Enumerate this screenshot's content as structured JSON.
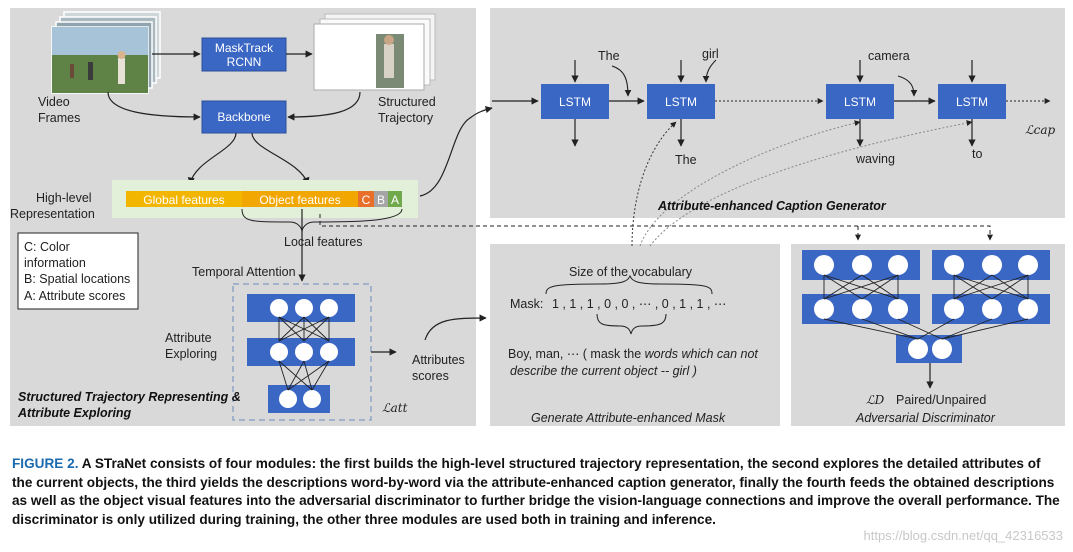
{
  "diagram": {
    "video_frames": "Video\nFrames",
    "maskrcnn": "MaskTrack\nRCNN",
    "structured_trajectory": "Structured\nTrajectory",
    "backbone": "Backbone",
    "high_level": "High-level\nRepresentation",
    "global_features": "Global features",
    "object_features": "Object features",
    "c": "C",
    "b": "B",
    "a": "A",
    "local_features": "Local features",
    "legend": [
      "C: Color\ninformation",
      "B: Spatial locations",
      "A: Attribute scores"
    ],
    "temporal_attention": "Temporal Attention",
    "attribute_exploring": "Attribute\nExploring",
    "attributes_scores": "Attributes\nscores",
    "l_att": "ℒatt",
    "module1_title": "Structured Trajectory Representing &\nAttribute Exploring",
    "lstm": "LSTM",
    "word_the_in": "The",
    "word_girl": "girl",
    "word_camera": "camera",
    "word_the_out": "The",
    "word_waving": "waving",
    "word_to": "to",
    "l_cap": "ℒcap",
    "module2_title": "Attribute-enhanced Caption Generator",
    "vocab_size": "Size of the vocabulary",
    "mask_label": "Mask:",
    "mask_values": "1 , 1 , 1 , 0 , 0 ,   ⋯ , 0 , 1 , 1 , ⋯",
    "mask_note_1_plain": "Boy, man, ⋯ ( mask the ",
    "mask_note_1_italic": "words which can not",
    "mask_note_2_italic": "describe the current object -- girl )",
    "module3_title": "Generate Attribute-enhanced Mask",
    "l_d": "ℒD",
    "paired": "Paired/Unpaired",
    "module4_title": "Adversarial Discriminator"
  },
  "caption": {
    "figure_label": "FIGURE 2.",
    "text": "A STraNet consists of four modules: the first builds the high-level structured trajectory representation, the second explores the detailed attributes of the current objects, the third yields the descriptions word-by-word via the attribute-enhanced caption generator, finally the fourth feeds the obtained descriptions as well as the object visual features into the adversarial discriminator to further bridge the vision-language connections and improve the overall performance. The discriminator is only utilized during training, the other three modules are used both in training and inference."
  },
  "watermark": "https://blog.csdn.net/qq_42316533",
  "colors": {
    "panel": "#d9d9d9",
    "blue": "#3a66c4",
    "global": "#f2b600",
    "object": "#f2a600",
    "c": "#e8702a",
    "b": "#a5a5a5",
    "a": "#70a84c",
    "highlight": "#e2efd9"
  }
}
